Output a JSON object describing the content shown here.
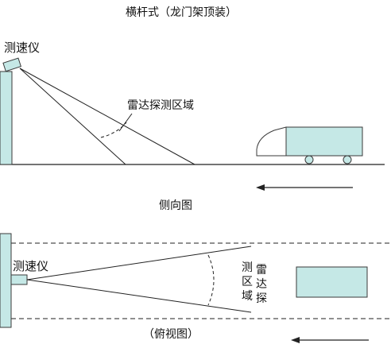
{
  "title": "横杆式（龙门架顶装）",
  "side_view": {
    "device_label": "测速仪",
    "zone_label": "雷达探测区域",
    "caption": "侧向图"
  },
  "top_view": {
    "device_label": "测速仪",
    "zone_label_col1": "测区域",
    "zone_label_col2": "雷达探",
    "caption": "（俯视图）"
  },
  "colors": {
    "fill": "#c5e8e6",
    "stroke": "#3a3a3a",
    "line": "#222222"
  },
  "icons": [
    "pole",
    "speed-sensor",
    "truck",
    "direction-arrow"
  ]
}
